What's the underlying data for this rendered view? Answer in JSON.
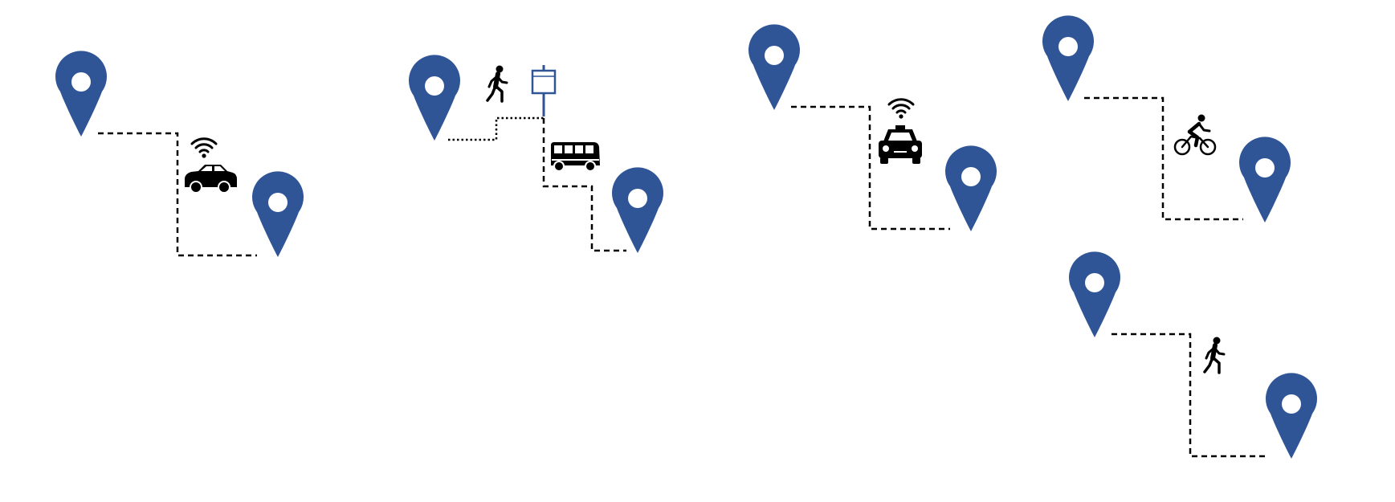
{
  "colors": {
    "pin": "#2F5597",
    "pin_hole": "#ffffff",
    "route": "#000000",
    "icon": "#000000",
    "bus_stop": "#2F5597"
  },
  "routes": [
    {
      "id": "connected-car",
      "icons": [
        "location-pin-icon",
        "car-icon",
        "wifi-icon",
        "location-pin-icon"
      ],
      "line_styles": [
        "dashed"
      ]
    },
    {
      "id": "walk-and-bus",
      "icons": [
        "location-pin-icon",
        "walking-person-icon",
        "bus-stop-sign-icon",
        "bus-icon",
        "location-pin-icon"
      ],
      "line_styles": [
        "dotted",
        "dashed"
      ]
    },
    {
      "id": "connected-taxi",
      "icons": [
        "location-pin-icon",
        "taxi-icon",
        "wifi-icon",
        "location-pin-icon"
      ],
      "line_styles": [
        "dashed"
      ]
    },
    {
      "id": "cycling",
      "icons": [
        "location-pin-icon",
        "cyclist-icon",
        "location-pin-icon"
      ],
      "line_styles": [
        "dashed"
      ]
    },
    {
      "id": "walking",
      "icons": [
        "location-pin-icon",
        "walking-person-icon",
        "location-pin-icon"
      ],
      "line_styles": [
        "dashed"
      ]
    }
  ]
}
